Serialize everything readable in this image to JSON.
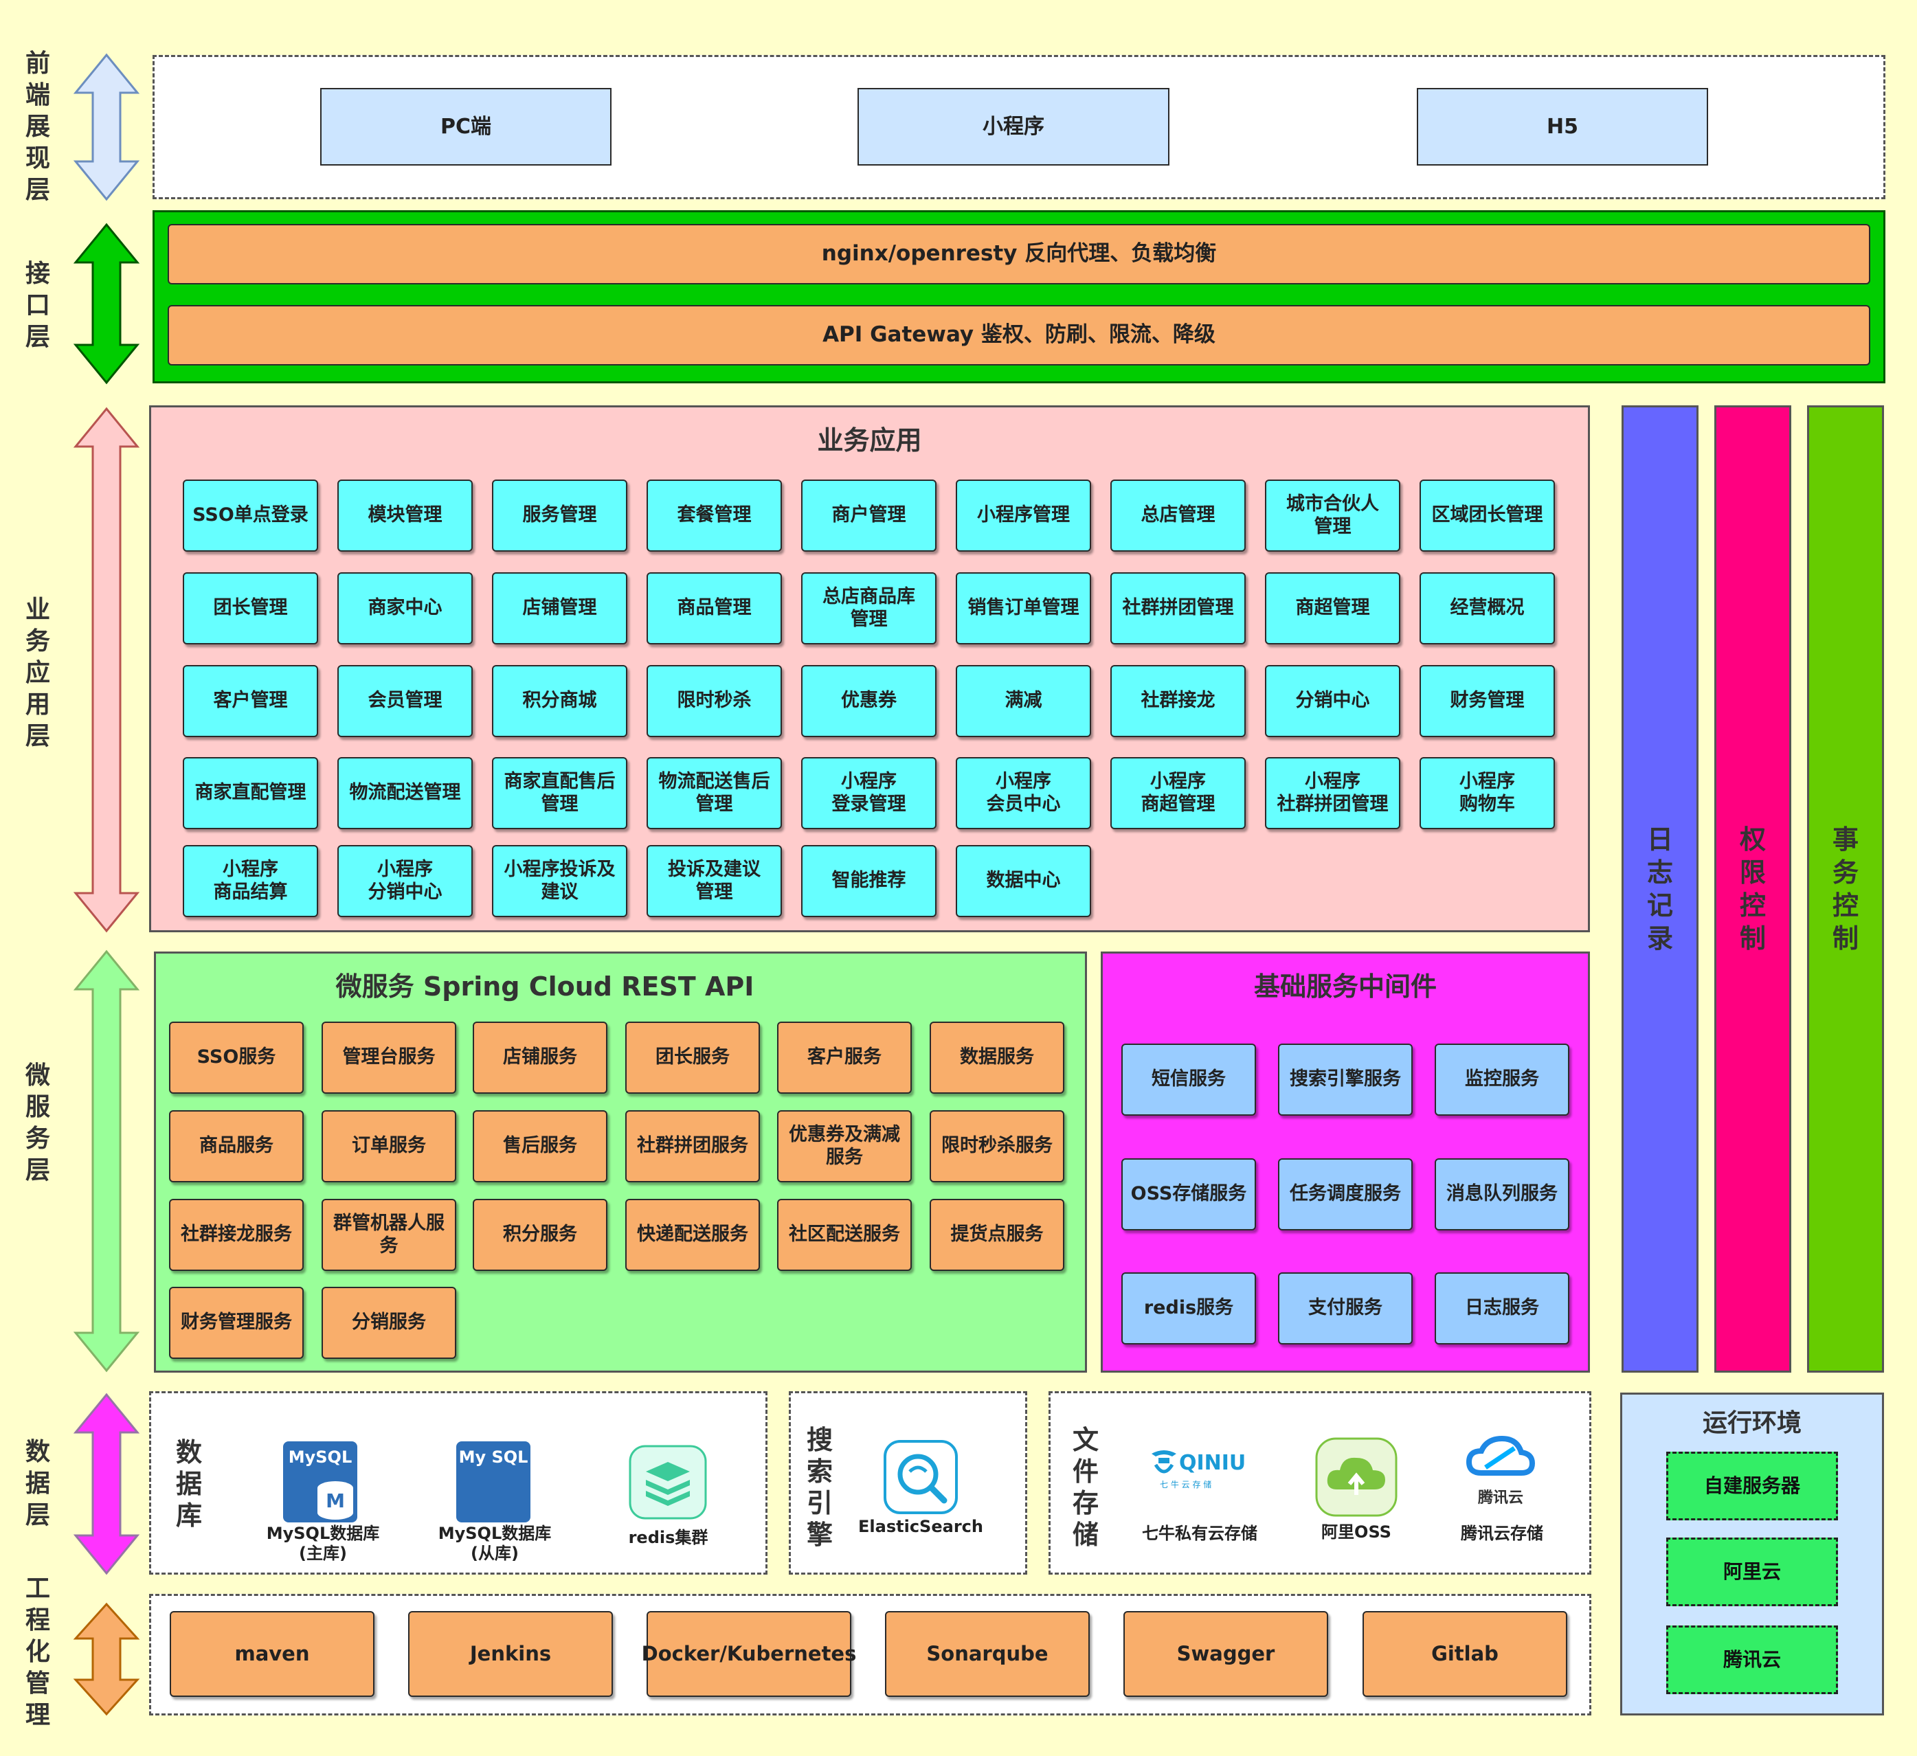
{
  "layer_labels": {
    "frontend": "前端展现层",
    "interface": "接口层",
    "business": "业务应用层",
    "microservice": "微服务层",
    "data": "数据层",
    "engineering": "工程化管理"
  },
  "frontend": {
    "items": [
      "PC端",
      "小程序",
      "H5"
    ]
  },
  "interface": {
    "nginx": "nginx/openresty 反向代理、负载均衡",
    "gateway": "API Gateway 鉴权、防刷、限流、降级"
  },
  "business": {
    "title": "业务应用",
    "rows": [
      [
        "SSO单点登录",
        "模块管理",
        "服务管理",
        "套餐管理",
        "商户管理",
        "小程序管理",
        "总店管理",
        "城市合伙人\n管理",
        "区域团长管理"
      ],
      [
        "团长管理",
        "商家中心",
        "店铺管理",
        "商品管理",
        "总店商品库\n管理",
        "销售订单管理",
        "社群拼团管理",
        "商超管理",
        "经营概况"
      ],
      [
        "客户管理",
        "会员管理",
        "积分商城",
        "限时秒杀",
        "优惠券",
        "满减",
        "社群接龙",
        "分销中心",
        "财务管理"
      ],
      [
        "商家直配管理",
        "物流配送管理",
        "商家直配售后\n管理",
        "物流配送售后\n管理",
        "小程序\n登录管理",
        "小程序\n会员中心",
        "小程序\n商超管理",
        "小程序\n社群拼团管理",
        "小程序\n购物车"
      ],
      [
        "小程序\n商品结算",
        "小程序\n分销中心",
        "小程序投诉及\n建议",
        "投诉及建议\n管理",
        "智能推荐",
        "数据中心"
      ]
    ]
  },
  "micro": {
    "title": "微服务 Spring Cloud REST API",
    "rows": [
      [
        "SSO服务",
        "管理台服务",
        "店铺服务",
        "团长服务",
        "客户服务",
        "数据服务"
      ],
      [
        "商品服务",
        "订单服务",
        "售后服务",
        "社群拼团服务",
        "优惠券及满减\n服务",
        "限时秒杀服务"
      ],
      [
        "社群接龙服务",
        "群管机器人服\n务",
        "积分服务",
        "快递配送服务",
        "社区配送服务",
        "提货点服务"
      ],
      [
        "财务管理服务",
        "分销服务"
      ]
    ]
  },
  "middleware": {
    "title": "基础服务中间件",
    "rows": [
      [
        "短信服务",
        "搜索引擎服务",
        "监控服务"
      ],
      [
        "OSS存储服务",
        "任务调度服务",
        "消息队列服务"
      ],
      [
        "redis服务",
        "支付服务",
        "日志服务"
      ]
    ]
  },
  "side_columns": [
    {
      "label": "日志记录",
      "color": "#6666ff"
    },
    {
      "label": "权限控制",
      "color": "#ff0080"
    },
    {
      "label": "事务控制",
      "color": "#66cc00"
    }
  ],
  "data_layer": {
    "database": {
      "label": "数据库",
      "items": [
        {
          "icon_text": "MySQL",
          "icon_letter": "M",
          "caption": "MySQL数据库\n(主库)"
        },
        {
          "icon_text": "My SQL",
          "caption": "MySQL数据库\n(从库)"
        },
        {
          "caption": "redis集群"
        }
      ]
    },
    "search": {
      "label": "搜索引擎",
      "caption": "ElasticSearch"
    },
    "storage": {
      "label": "文件存储",
      "items": [
        {
          "logo_text": "QINIU",
          "logo_sub": "七 牛 云 存 储",
          "caption": "七牛私有云存储"
        },
        {
          "caption": "阿里OSS"
        },
        {
          "logo_text": "腾讯云",
          "caption": "腾讯云存储"
        }
      ]
    }
  },
  "runtime": {
    "title": "运行环境",
    "items": [
      "自建服务器",
      "阿里云",
      "腾讯云"
    ]
  },
  "engineering": {
    "items": [
      "maven",
      "Jenkins",
      "Docker/Kubernetes",
      "Sonarqube",
      "Swagger",
      "Gitlab"
    ]
  },
  "colors": {
    "background": "#ffffcc",
    "business_bg": "#ffcccc",
    "micro_bg": "#99ff99",
    "middleware_bg": "#ff33ff",
    "interface_bg": "#00cc00",
    "cyan_box": "#66ffff",
    "orange_box": "#f9ae6b",
    "blue_box": "#99ccff"
  }
}
